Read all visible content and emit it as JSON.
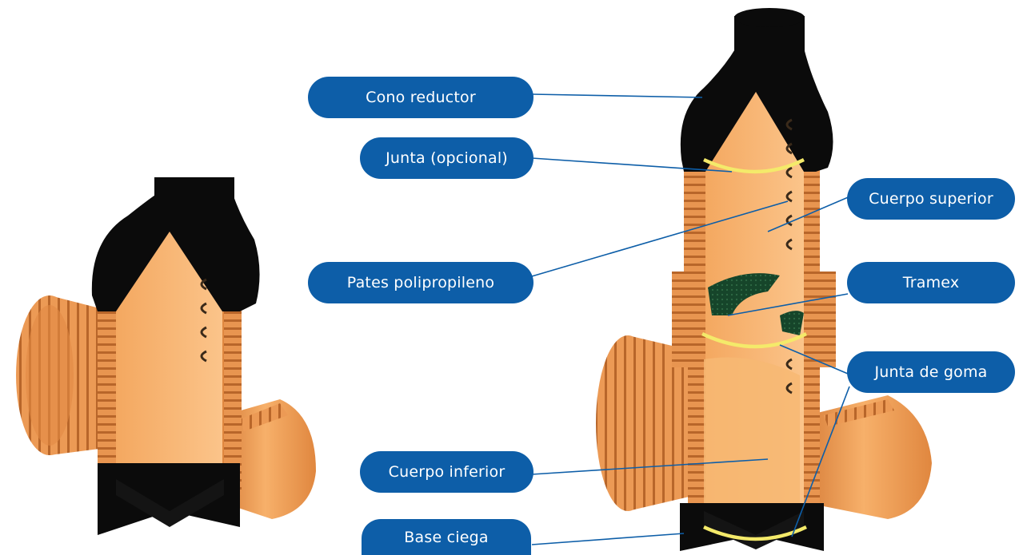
{
  "labels": {
    "cono_reductor": "Cono reductor",
    "junta_opcional": "Junta (opcional)",
    "cuerpo_superior": "Cuerpo superior",
    "pates_polipropileno": "Pates polipropileno",
    "tramex": "Tramex",
    "junta_de_goma": "Junta de goma",
    "cuerpo_inferior": "Cuerpo inferior",
    "base_ciega": "Base ciega"
  },
  "colors": {
    "label_fill": "#0d5ea8",
    "label_text": "#ffffff",
    "body_orange": "#f4a35c",
    "body_orange_dark": "#c8702e",
    "cap_black": "#0b0b0b",
    "grating_green": "#16452a",
    "gasket_yellow": "#f4ea6a"
  }
}
